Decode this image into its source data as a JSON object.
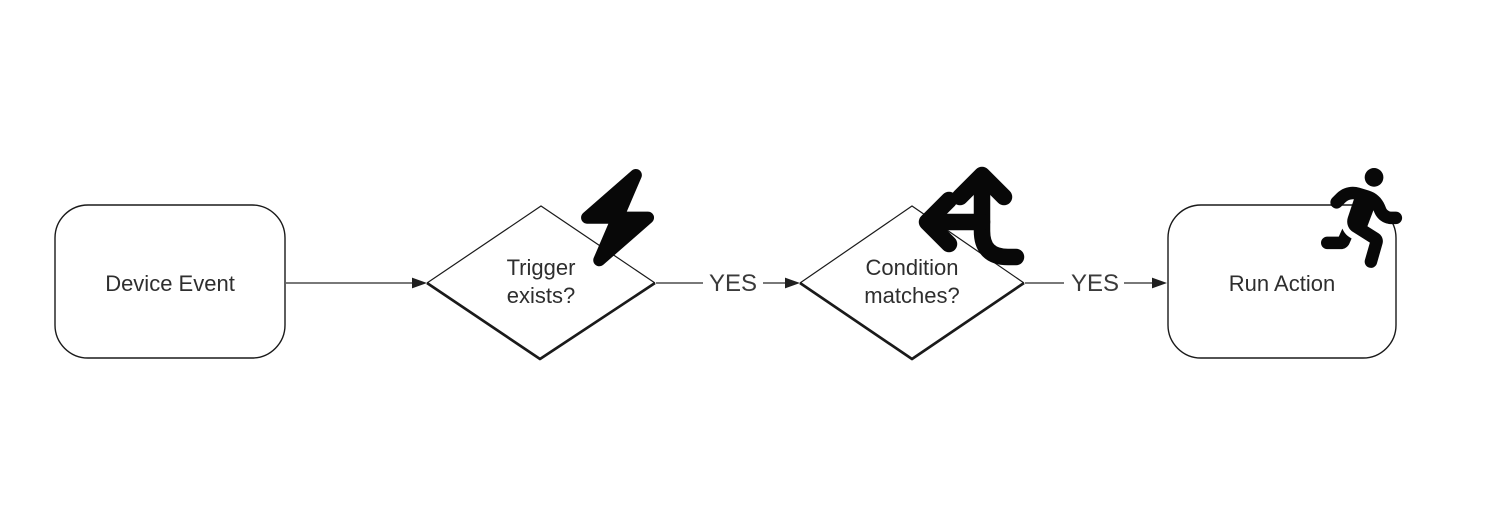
{
  "diagram": {
    "background_color": "#ffffff",
    "node_border_color": "#1a1a1a",
    "connector_color": "#4d4d4d",
    "arrowhead_color": "#1f1f1f",
    "node_text_color": "#2e2e2e",
    "edge_label_color": "#3a3a3a",
    "icon_color": "#080808",
    "nodes": [
      {
        "id": "device-event",
        "shape": "rounded-rectangle",
        "label": "Device Event",
        "icon": ""
      },
      {
        "id": "trigger-exists",
        "shape": "diamond",
        "label": "Trigger exists?",
        "label_line1": "Trigger",
        "label_line2": "exists?",
        "icon": "bolt-icon"
      },
      {
        "id": "condition-matches",
        "shape": "diamond",
        "label": "Condition matches?",
        "label_line1": "Condition",
        "label_line2": "matches?",
        "icon": "split-arrows-icon"
      },
      {
        "id": "run-action",
        "shape": "rounded-rectangle",
        "label": "Run Action",
        "icon": "person-running-icon"
      }
    ],
    "edges": [
      {
        "from": "device-event",
        "to": "trigger-exists",
        "label": ""
      },
      {
        "from": "trigger-exists",
        "to": "condition-matches",
        "label": "YES"
      },
      {
        "from": "condition-matches",
        "to": "run-action",
        "label": "YES"
      }
    ]
  }
}
